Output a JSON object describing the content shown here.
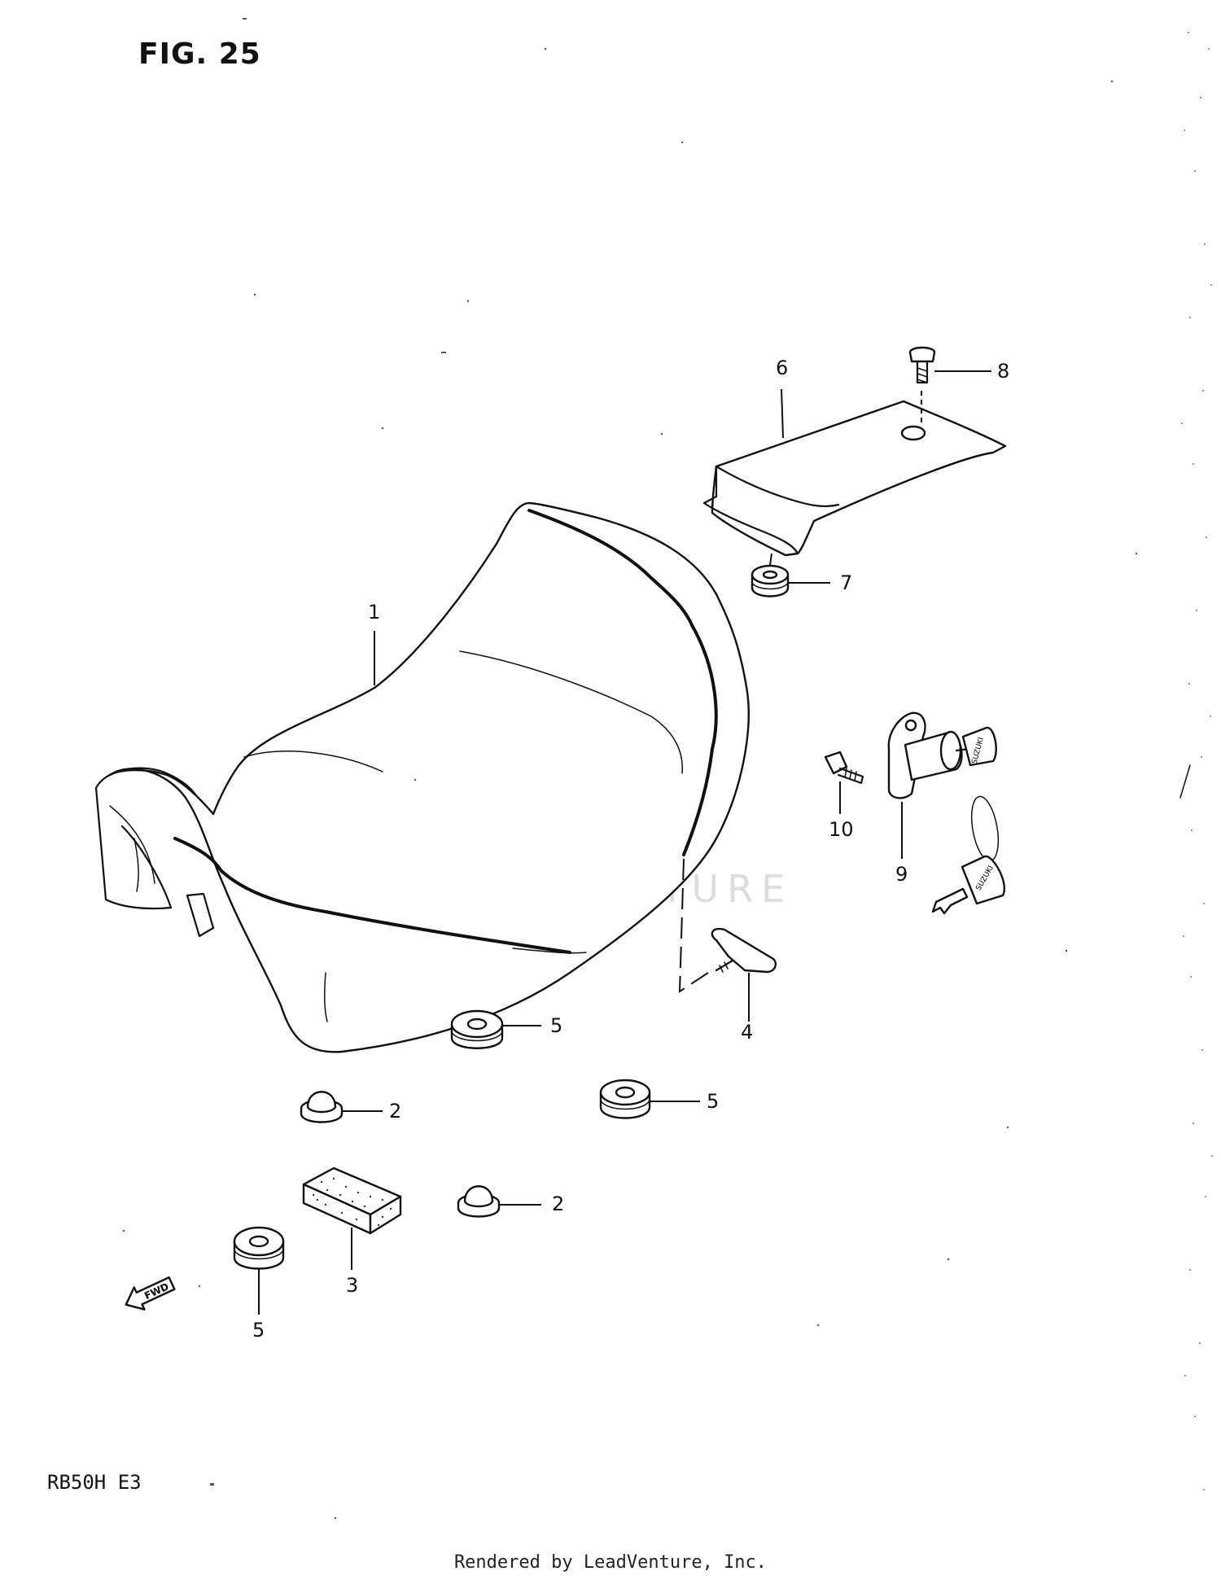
{
  "figure_title": "FIG. 25",
  "model_code": "RB50H E3",
  "footer": "Rendered by LeadVenture, Inc.",
  "watermark": "LEADVENTURE",
  "fwd_arrow_label": "FWD",
  "key_brand": "SUZUKI",
  "callouts": {
    "c1": "1",
    "c2a": "2",
    "c2b": "2",
    "c3": "3",
    "c4": "4",
    "c5a": "5",
    "c5b": "5",
    "c5c": "5",
    "c6": "6",
    "c7": "7",
    "c8": "8",
    "c9": "9",
    "c10": "10"
  },
  "colors": {
    "line": "#111111",
    "watermark": "#cfcfcf",
    "paper": "#ffffff"
  }
}
